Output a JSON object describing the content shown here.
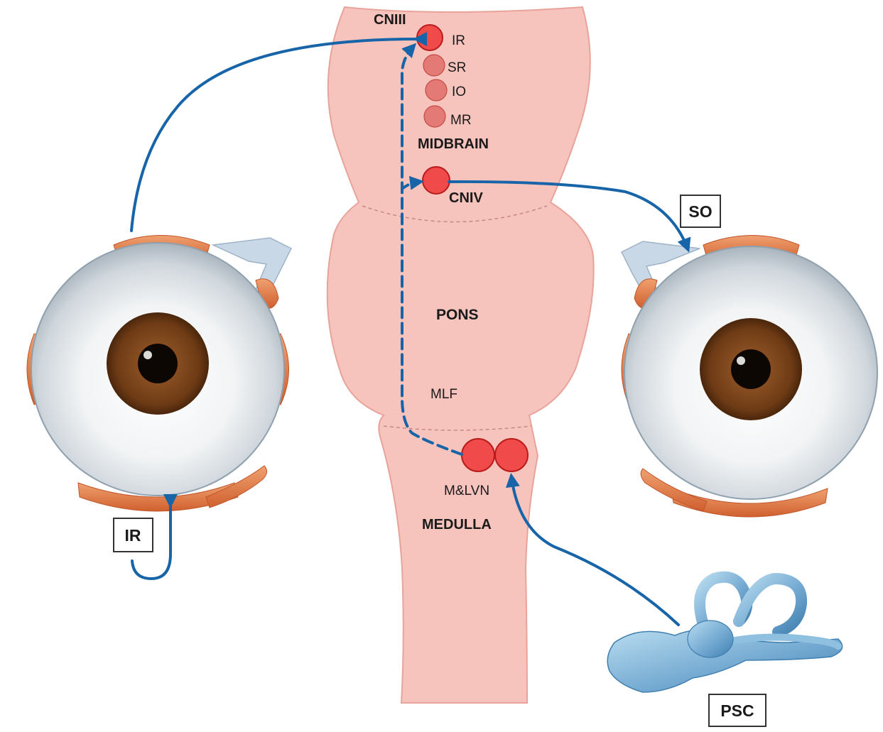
{
  "labels": {
    "cniii": "CNIII",
    "nucleus_ir": "IR",
    "nucleus_sr": "SR",
    "nucleus_io": "IO",
    "nucleus_mr": "MR",
    "midbrain": "MIDBRAIN",
    "cniv": "CNIV",
    "pons": "PONS",
    "mlf": "MLF",
    "mlvn": "M&LVN",
    "medulla": "MEDULLA",
    "box_so": "SO",
    "box_ir": "IR",
    "box_psc": "PSC"
  },
  "colors": {
    "brainstem_fill": "#f7c3bd",
    "brainstem_stroke": "#e8a39a",
    "nucleus_fill": "#f04a4a",
    "nucleus_stroke": "#b81c1c",
    "nucleus_light": "#e47a76",
    "pathway": "#1765a8",
    "muscle": "#e07a4a",
    "sclera": "#dfe4e8",
    "iris": "#6b3a18",
    "labyrinth": "#7fb3d6"
  }
}
